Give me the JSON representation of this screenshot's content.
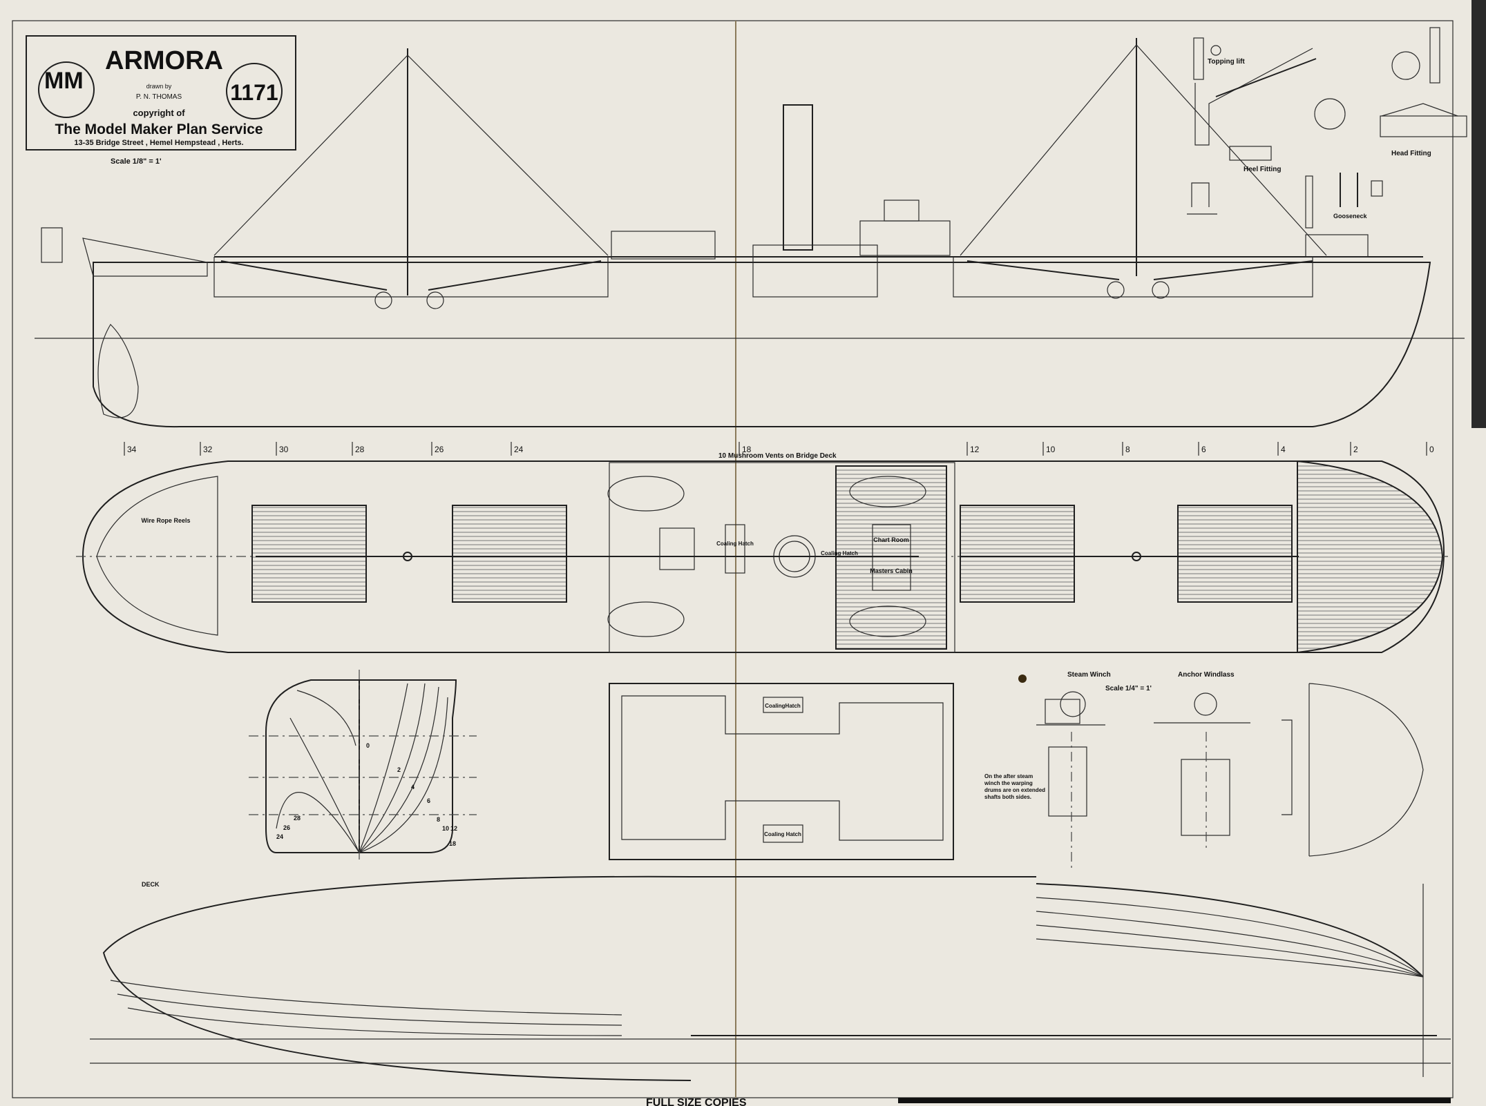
{
  "title_block": {
    "ship_name": "ARMORA",
    "logo": "MM",
    "plan_number": "1171",
    "drawn_by_label": "drawn by",
    "drawn_by": "P. N. THOMAS",
    "copyright_label": "copyright of",
    "publisher": "The Model Maker Plan Service",
    "address": "13-35 Bridge Street , Hemel Hempstead , Herts.",
    "scale": "Scale 1/8\" = 1'"
  },
  "details": {
    "topping_lift": "Topping lift",
    "heel_fitting": "Heel Fitting",
    "head_fitting": "Head Fitting",
    "gooseneck": "Gooseneck"
  },
  "stations": [
    "34",
    "32",
    "30",
    "28",
    "26",
    "24",
    "18",
    "12",
    "10",
    "8",
    "6",
    "4",
    "2",
    "0"
  ],
  "deck_plan": {
    "note": "10 Mushroom Vents on Bridge Deck",
    "wire_rope_reels": "Wire Rope Reels",
    "coaling_hatch_1": "Coaling Hatch",
    "coaling_hatch_2": "Coaling Hatch",
    "chart_room": "Chart Room",
    "masters_cabin": "Masters Cabin"
  },
  "lower_deck": {
    "coaling_hatch_top": "CoalingHatch",
    "coaling_hatch_bottom": "Coaling Hatch"
  },
  "machinery": {
    "steam_winch": "Steam Winch",
    "anchor_windlass": "Anchor Windlass",
    "scale": "Scale 1/4\" = 1'",
    "note": "On the after steam winch the warping drums are on extended shafts both sides."
  },
  "body_plan": {
    "section_labels": [
      "0",
      "2",
      "4",
      "6",
      "8",
      "10",
      "12",
      "18",
      "24",
      "26",
      "28"
    ]
  },
  "half_breadth": {
    "deck_label": "DECK"
  },
  "footer": {
    "text": "FULL SIZE COPIES"
  }
}
